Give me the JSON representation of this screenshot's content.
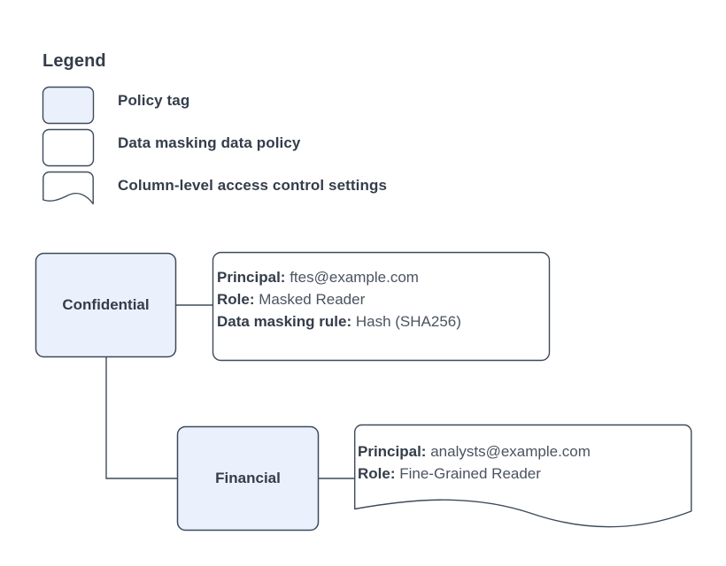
{
  "legend": {
    "title": "Legend",
    "items": [
      {
        "label": "Policy tag",
        "swatch": "filled-rounded-rect",
        "fill": "#eaf1fd"
      },
      {
        "label": "Data masking data policy",
        "swatch": "rounded-rect",
        "fill": "#ffffff"
      },
      {
        "label": "Column-level access control settings",
        "swatch": "wavy-bottom-rect",
        "fill": "#ffffff"
      }
    ]
  },
  "nodes": [
    {
      "id": "confidential",
      "label": "Confidential",
      "fill": "#eaf1fd",
      "stroke": "#3f4a5a"
    },
    {
      "id": "financial",
      "label": "Financial",
      "fill": "#eaf1fd",
      "stroke": "#3f4a5a"
    }
  ],
  "callouts": [
    {
      "id": "confidential-callout",
      "shape": "rounded-rect",
      "rows": [
        {
          "key": "Principal:",
          "value": "ftes@example.com"
        },
        {
          "key": "Role:",
          "value": "Masked Reader"
        },
        {
          "key": "Data masking rule:",
          "value": "Hash (SHA256)"
        }
      ]
    },
    {
      "id": "financial-callout",
      "shape": "wavy-bottom-rect",
      "rows": [
        {
          "key": "Principal:",
          "value": "analysts@example.com"
        },
        {
          "key": "Role:",
          "value": "Fine-Grained Reader"
        }
      ]
    }
  ],
  "connectors": [
    {
      "from": "confidential",
      "to": "confidential-callout",
      "style": "straight"
    },
    {
      "from": "confidential",
      "to": "financial",
      "style": "elbow"
    },
    {
      "from": "financial",
      "to": "financial-callout",
      "style": "straight"
    }
  ],
  "colors": {
    "node_fill": "#eaf1fd",
    "stroke": "#3f4a5a",
    "callout_stroke": "#3f4a5a",
    "text": "#343d4a",
    "value_text": "#4a5360",
    "background": "#ffffff"
  }
}
